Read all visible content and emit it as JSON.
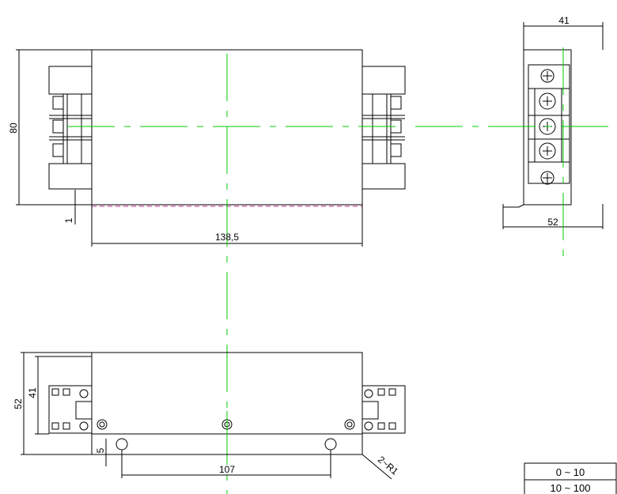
{
  "dimensions": {
    "front_height": "80",
    "front_gap": "1",
    "front_width": "138,5",
    "side_top_width": "41",
    "side_base_width": "52",
    "bottom_inner_height": "41",
    "bottom_outer_height": "52",
    "hole_offset": "5",
    "hole_spacing": "107",
    "corner_radius_note": "2~R1"
  },
  "table": {
    "rows": [
      "0 ~ 10",
      "10 ~ 100"
    ]
  },
  "colors": {
    "line": "#000000",
    "centerline": "#00cc00",
    "hidden_edge": "#cc3399"
  }
}
